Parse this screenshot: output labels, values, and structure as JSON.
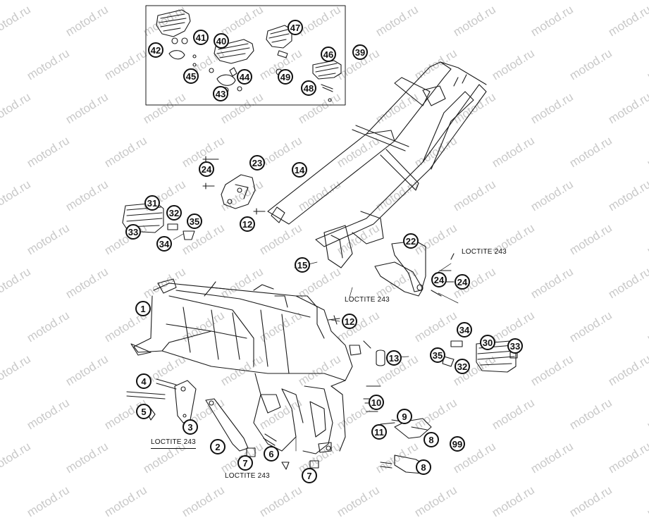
{
  "watermark": "motod.ru",
  "part_labels": [
    "1",
    "2",
    "3",
    "4",
    "5",
    "6",
    "7",
    "7",
    "8",
    "8",
    "9",
    "10",
    "11",
    "12",
    "12",
    "13",
    "14",
    "15",
    "22",
    "23",
    "24",
    "24",
    "24",
    "30",
    "31",
    "32",
    "32",
    "33",
    "33",
    "34",
    "34",
    "35",
    "35",
    "39",
    "40",
    "41",
    "42",
    "43",
    "44",
    "45",
    "46",
    "47",
    "48",
    "49",
    "99"
  ],
  "notes": [
    "LOCTITE 243",
    "LOCTITE 243",
    "LOCTITE 243",
    "LOCTITE 243"
  ],
  "colors": {
    "line": "#1a1a1a",
    "watermark": "#c9c9c9"
  }
}
